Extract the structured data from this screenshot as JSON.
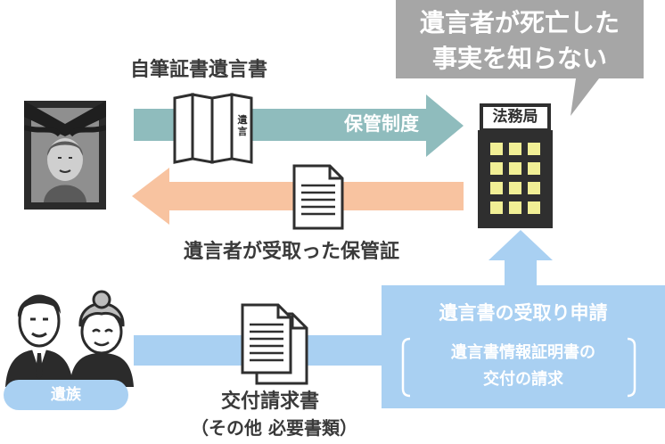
{
  "bubble": {
    "line1": "遺言者が死亡した",
    "line2": "事実を知らない"
  },
  "labels": {
    "testament_title": "自筆証書遺言書",
    "custody_system": "保管制度",
    "certificate": "遺言者が受取った保管証",
    "delivery_request_doc": "交付請求書",
    "other_docs": "（その他 必要書類）"
  },
  "document_text": "遺言",
  "office": {
    "name": "法務局"
  },
  "family": {
    "label": "遺族"
  },
  "application": {
    "title": "遺言書の受取り申請",
    "sub_line1": "遺言書情報証明書の",
    "sub_line2": "交付の請求"
  },
  "colors": {
    "teal_arrow": "#8fbcbd",
    "orange_arrow": "#f8c3a0",
    "blue_box": "#a9d0f2",
    "bubble": "#a6a6a6",
    "building": "#2f2f2f",
    "window": "#f1ef95"
  }
}
